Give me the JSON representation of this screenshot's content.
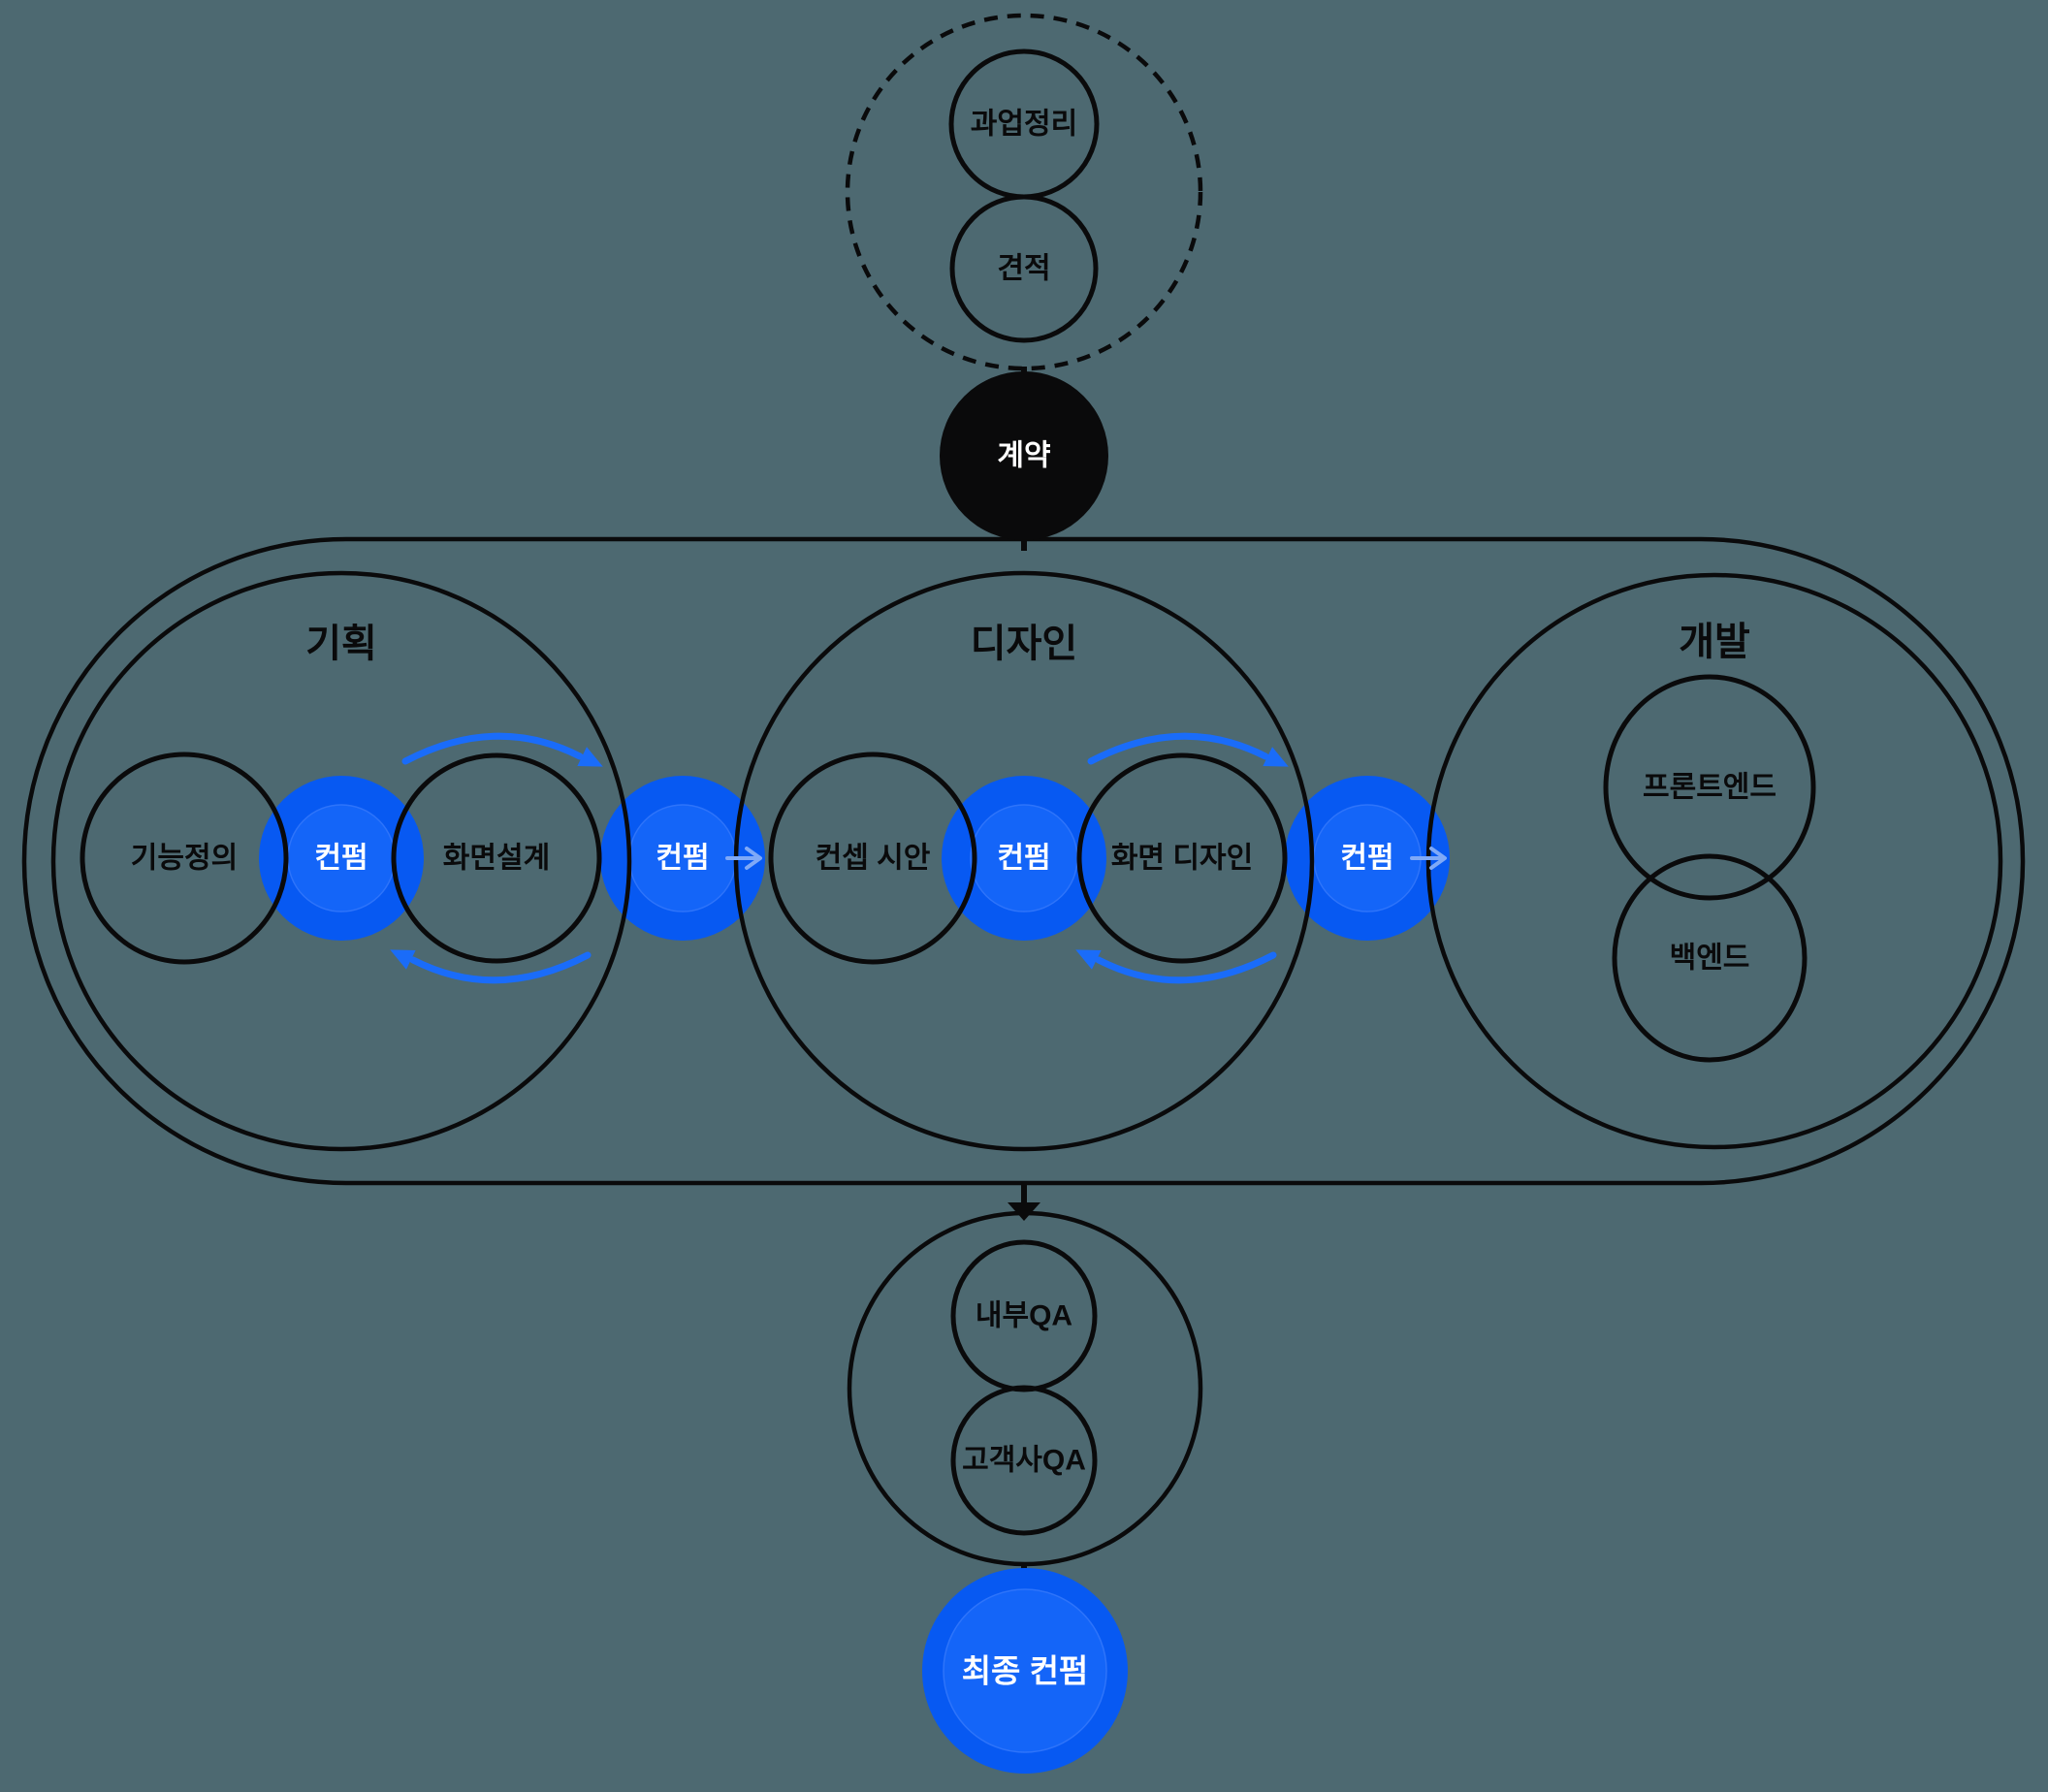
{
  "colors": {
    "bg": "#4D6971",
    "ink": "#0A0A0B",
    "accent_blue": "#0759F2",
    "accent_blue_inner": "#1465F8",
    "accent_blue_ring": "#2E74FA",
    "arrow_blue": "#1A6CF9",
    "faint_blue": "#7FA9F7",
    "white": "#FFFFFF"
  },
  "pre": {
    "task": "과업정리",
    "estimate": "견적"
  },
  "contract": {
    "label": "계약"
  },
  "planning": {
    "title": "기획",
    "define": "기능정의",
    "confirm": "컨펌",
    "wireframe": "화면설계"
  },
  "bridge1": {
    "confirm": "컨펌"
  },
  "design": {
    "title": "디자인",
    "concept": "컨셉 시안",
    "confirm": "컨펌",
    "screen": "화면 디자인"
  },
  "bridge2": {
    "confirm": "컨펌"
  },
  "dev": {
    "title": "개발",
    "frontend": "프론트엔드",
    "backend": "백엔드"
  },
  "qa": {
    "internal": "내부QA",
    "client": "고객사QA"
  },
  "final": {
    "label": "최종 컨펌"
  }
}
